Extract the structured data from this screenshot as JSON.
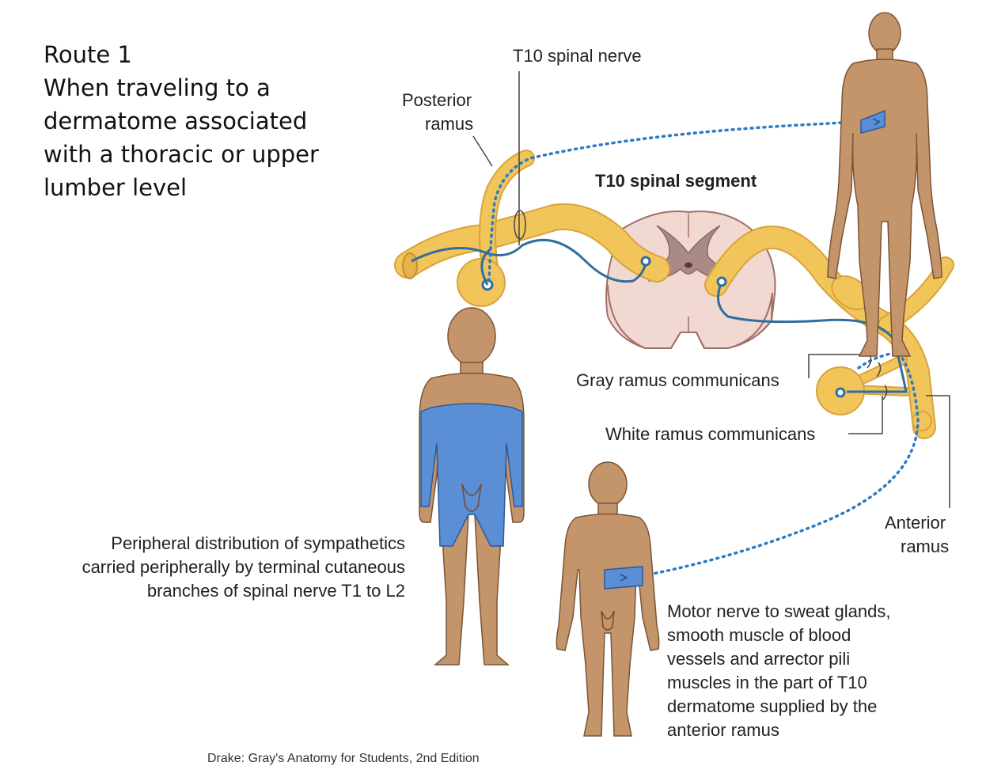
{
  "title_lines": [
    "Route 1",
    "When traveling to a",
    "dermatome associated",
    "with a thoracic or upper",
    "lumber level"
  ],
  "labels": {
    "t10_spinal_nerve": "T10 spinal nerve",
    "posterior_ramus": [
      "Posterior",
      "ramus"
    ],
    "t10_spinal_segment": "T10 spinal segment",
    "gray_ramus": "Gray ramus communicans",
    "white_ramus": "White ramus communicans",
    "anterior_ramus": [
      "Anterior",
      "ramus"
    ]
  },
  "caption_left": [
    "Peripheral distribution of sympathetics",
    "carried peripherally by terminal cutaneous",
    "branches of spinal nerve T1 to L2"
  ],
  "caption_right": [
    "Motor nerve to sweat glands,",
    "smooth muscle of blood",
    "vessels and arrector pili",
    "muscles in the part of T10",
    "dermatome supplied by the",
    "anterior ramus"
  ],
  "citation": "Drake: Gray's Anatomy for Students, 2nd Edition",
  "colors": {
    "nerve": "#f2c55a",
    "nerve_outline": "#d9a33a",
    "axon": "#2f6e9e",
    "dotted": "#2b7cc4",
    "skin": "#c4946a",
    "skin_outline": "#7a5536",
    "dermatome": "#5a8fd6",
    "cord_white": "#f1d8d0",
    "cord_gray": "#a98a86"
  }
}
